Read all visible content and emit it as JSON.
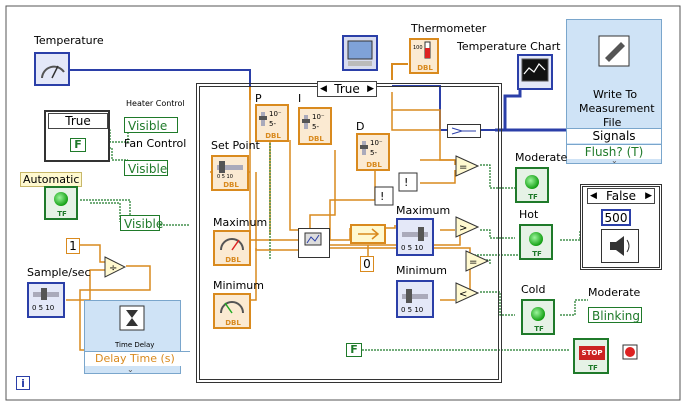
{
  "labels": {
    "temperature": "Temperature",
    "thermometer": "Thermometer",
    "temperature_chart": "Temperature Chart",
    "heater_control": "Heater Control",
    "fan_control": "Fan Control",
    "automatic": "Automatic",
    "sample_sec": "Sample/sec",
    "set_point": "Set Point",
    "maximum_left": "Maximum",
    "minimum_left": "Minimum",
    "p": "P",
    "i": "I",
    "d": "D",
    "maximum_right": "Maximum",
    "minimum_right": "Minimum",
    "moderate_top": "Moderate",
    "hot": "Hot",
    "cold": "Cold",
    "moderate_bottom": "Moderate"
  },
  "case_left": {
    "selector": "True"
  },
  "case_main": {
    "selector": "True"
  },
  "case_right": {
    "selector": "False",
    "value": "500"
  },
  "properties": {
    "heater_visible": "Visible",
    "fan_visible": "Visible",
    "auto_visible": "Visible",
    "moderate_blinking": "Blinking"
  },
  "constants": {
    "one": "1",
    "zero": "0",
    "false_const": "F",
    "true_const": "F"
  },
  "write_file": {
    "title_line1": "Write To",
    "title_line2": "Measurement",
    "title_line3": "File",
    "signals": "Signals",
    "flush": "Flush? (T)"
  },
  "time_delay": {
    "title": "Time Delay",
    "param": "Delay Time (s)"
  },
  "tags": {
    "dbl": "DBL",
    "tf": "TF",
    "stop": "STOP"
  },
  "info_icon": "i",
  "colors": {
    "double_wire": "#d98a1e",
    "bool_wire": "#1f7a2a",
    "dynamic_wire": "#2b3fa8",
    "numeric_terminal": "#d98a1e",
    "boolean_terminal": "#1f7a2a"
  }
}
